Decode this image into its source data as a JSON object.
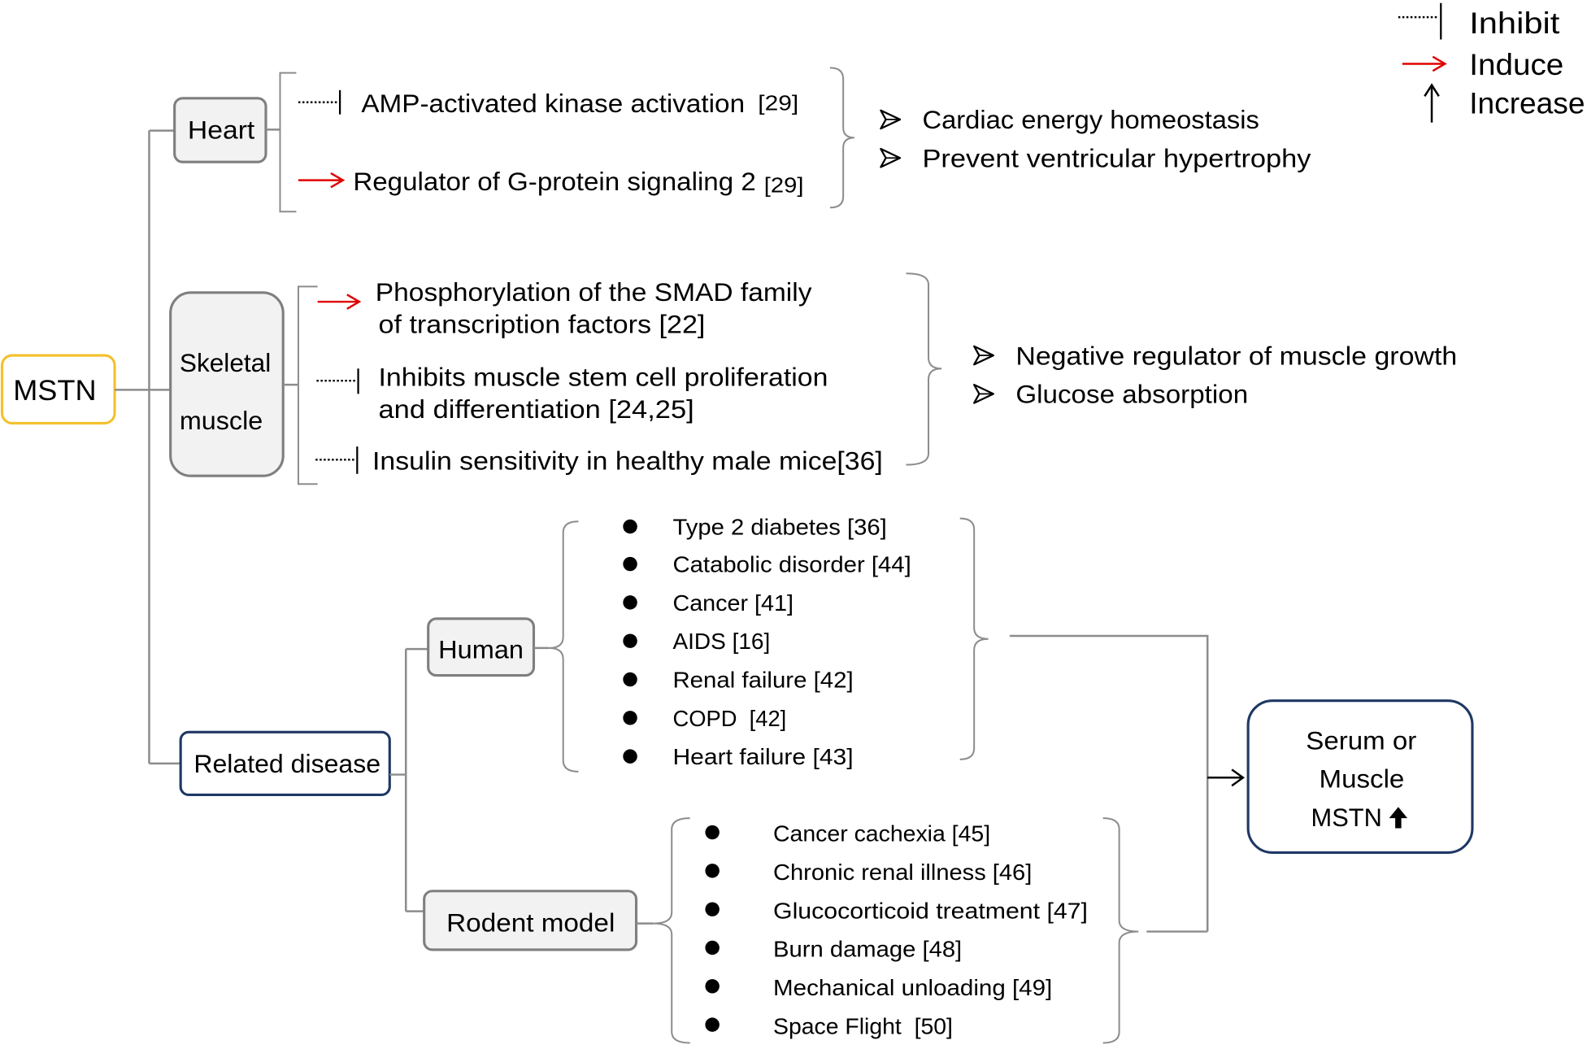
{
  "legend": {
    "inhibit": "Inhibit",
    "induce": "Induce",
    "increase": "Increase"
  },
  "root": {
    "label": "MSTN"
  },
  "heart": {
    "label": "Heart",
    "mechanisms": [
      {
        "effect": "inhibit",
        "text": "AMP-activated kinase activation",
        "ref": "[29]"
      },
      {
        "effect": "induce",
        "text": "Regulator of G-protein signaling 2",
        "ref": "[29]"
      }
    ],
    "outcomes": [
      "Cardiac energy homeostasis",
      "Prevent ventricular hypertrophy"
    ]
  },
  "skeletal_muscle": {
    "label_lines": [
      "Skeletal",
      "muscle"
    ],
    "mechanisms": [
      {
        "effect": "induce",
        "lines": [
          "Phosphorylation of the SMAD family",
          "of transcription factors [22]"
        ]
      },
      {
        "effect": "inhibit",
        "lines": [
          "Inhibits muscle stem cell proliferation",
          "and differentiation [24,25]"
        ]
      },
      {
        "effect": "inhibit",
        "lines": [
          "Insulin sensitivity in healthy male mice[36]"
        ]
      }
    ],
    "outcomes": [
      "Negative regulator of muscle growth",
      "Glucose absorption"
    ]
  },
  "related_disease": {
    "label": "Related disease",
    "human": {
      "label": "Human",
      "conditions": [
        "Type 2 diabetes [36]",
        "Catabolic disorder [44]",
        "Cancer [41]",
        "AIDS [16]",
        "Renal failure [42]",
        "COPD  [42]",
        "Heart failure [43]"
      ]
    },
    "rodent_model": {
      "label": "Rodent model",
      "conditions": [
        "Cancer cachexia [45]",
        "Chronic renal illness [46]",
        "Glucocorticoid treatment [47]",
        "Burn damage [48]",
        "Mechanical unloading [49]",
        "Space Flight  [50]"
      ]
    }
  },
  "result": {
    "lines": [
      "Serum or",
      "Muscle",
      "MSTN"
    ],
    "icon": "bold-up-arrow-icon"
  },
  "colors": {
    "induce_arrow": "#e00000",
    "root_border": "#f5c02b",
    "navy_border": "#1f3864",
    "box_fill": "#f2f2f2",
    "connector": "#8c8c8c"
  }
}
